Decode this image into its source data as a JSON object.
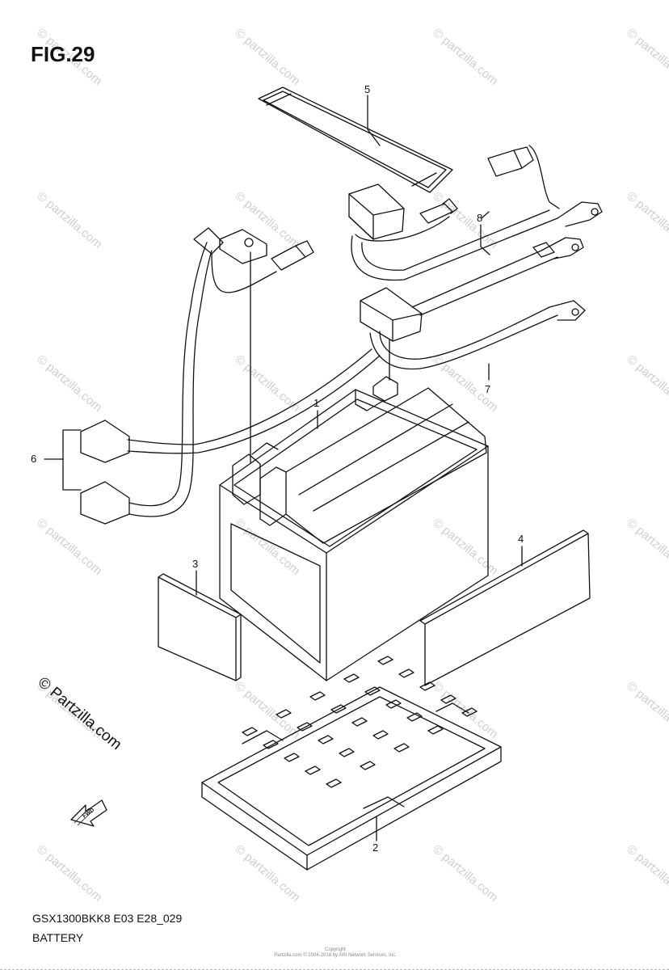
{
  "figure": {
    "title": "FIG.29",
    "code": "GSX1300BKK8 E03 E28_029",
    "name": "BATTERY"
  },
  "callouts": [
    "1",
    "2",
    "3",
    "4",
    "5",
    "6",
    "7",
    "8"
  ],
  "brand_stamp": "© Partzilla.com",
  "watermark": "© partzilla.com",
  "copyright_lines": [
    "Copyright",
    "Partzilla.com © 2004-2018 by ARI Network Services, Inc."
  ],
  "fwd_label": "FWD",
  "colors": {
    "line": "#111111",
    "watermark": "#cfcfcf",
    "background": "#ffffff"
  }
}
